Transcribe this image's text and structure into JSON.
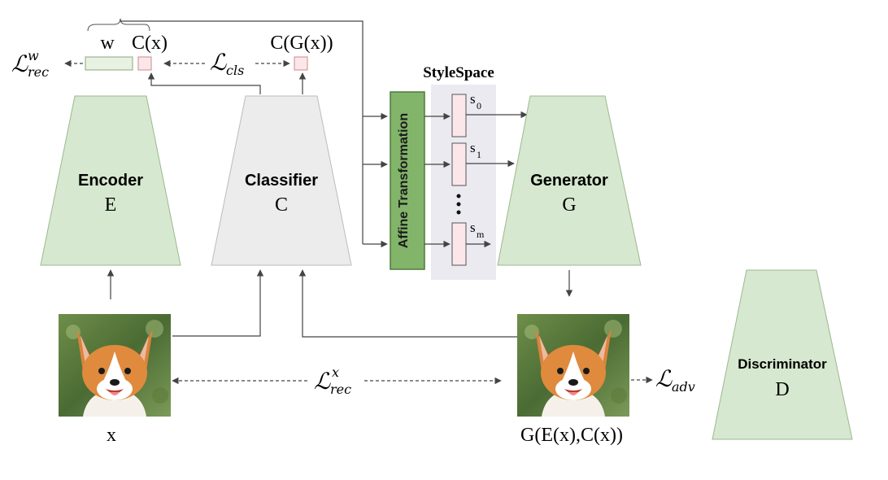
{
  "colors": {
    "green_fill": "#d6e8cf",
    "green_stroke": "#9cb88f",
    "gray_fill": "#ececec",
    "pink_fill": "#fbe7e9",
    "affine_fill": "#82b46a",
    "affine_stroke": "#4f7a3a",
    "stylespace_bg": "#eaeaf0",
    "arrow": "#444444"
  },
  "labels": {
    "w": "w",
    "cx": "C(x)",
    "cgx": "C(G(x))",
    "l_rec_w_base": "ℒ",
    "l_rec_w_sup": "w",
    "l_rec_w_sub": "rec",
    "l_cls_base": "ℒ",
    "l_cls_sub": "cls",
    "l_rec_x_base": "ℒ",
    "l_rec_x_sup": "x",
    "l_rec_x_sub": "rec",
    "l_adv_base": "ℒ",
    "l_adv_sub": "adv",
    "stylespace": "StyleSpace",
    "affine": "Affine Transformation",
    "s0_base": "s",
    "s0_sub": "0",
    "s1_base": "s",
    "s1_sub": "1",
    "sm_base": "s",
    "sm_sub": "m",
    "encoder_name": "Encoder",
    "encoder_letter": "E",
    "classifier_name": "Classifier",
    "classifier_letter": "C",
    "generator_name": "Generator",
    "generator_letter": "G",
    "discriminator_name": "Discriminator",
    "discriminator_letter": "D",
    "x_label": "x",
    "gen_output_label": "G(E(x),C(x))"
  },
  "icons": {
    "input_image": "corgi-dog-photo",
    "output_image": "corgi-dog-photo"
  }
}
